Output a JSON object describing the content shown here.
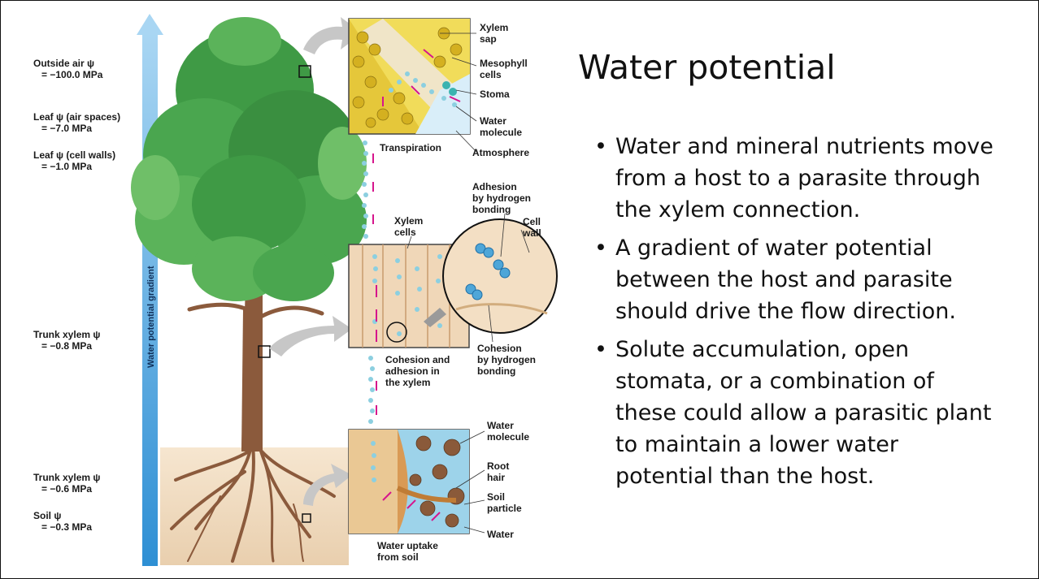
{
  "slide": {
    "title": "Water potential",
    "bullets": [
      "Water and mineral nutrients move from a host to a parasite through the xylem connection.",
      "A gradient of water potential between the host and parasite should drive the flow direction.",
      "Solute accumulation, open stomata, or a combination of these could allow a parasitic plant to maintain a lower water potential than the host."
    ]
  },
  "diagram": {
    "gradient_label": "Water potential gradient",
    "potentials": [
      {
        "name": "Outside air ψ",
        "value": "= −100.0 MPa"
      },
      {
        "name": "Leaf ψ (air spaces)",
        "value": "= −7.0 MPa"
      },
      {
        "name": "Leaf ψ (cell walls)",
        "value": "= −1.0 MPa"
      },
      {
        "name": "Trunk xylem ψ",
        "value": "= −0.8 MPa"
      },
      {
        "name": "Trunk xylem ψ",
        "value": "= −0.6 MPa"
      },
      {
        "name": "Soil ψ",
        "value": "= −0.3 MPa"
      }
    ],
    "leaf_panel": {
      "xylem_sap": [
        "Xylem",
        "sap"
      ],
      "mesophyll": [
        "Mesophyll",
        "cells"
      ],
      "stoma": "Stoma",
      "water_molecule": [
        "Water",
        "molecule"
      ],
      "atmosphere": "Atmosphere",
      "transpiration": "Transpiration"
    },
    "stem_panel": {
      "xylem_cells": [
        "Xylem",
        "cells"
      ],
      "adhesion": [
        "Adhesion",
        "by hydrogen",
        "bonding"
      ],
      "cell_wall": [
        "Cell",
        "wall"
      ],
      "cohesion": [
        "Cohesion",
        "by hydrogen",
        "bonding"
      ],
      "cohesion_adhesion": [
        "Cohesion and",
        "adhesion in",
        "the xylem"
      ]
    },
    "root_panel": {
      "water_molecule": [
        "Water",
        "molecule"
      ],
      "root_hair": [
        "Root",
        "hair"
      ],
      "soil_particle": [
        "Soil",
        "particle"
      ],
      "water": "Water",
      "uptake": [
        "Water uptake",
        "from soil"
      ]
    },
    "colors": {
      "gradient_arrow": "#56a8de",
      "foliage": "#3f9a45",
      "trunk": "#8b5a3c",
      "soil": "#f1dcc0",
      "xylem_arrow": "#d6158c",
      "water_dot": "#8ccfe0"
    }
  }
}
